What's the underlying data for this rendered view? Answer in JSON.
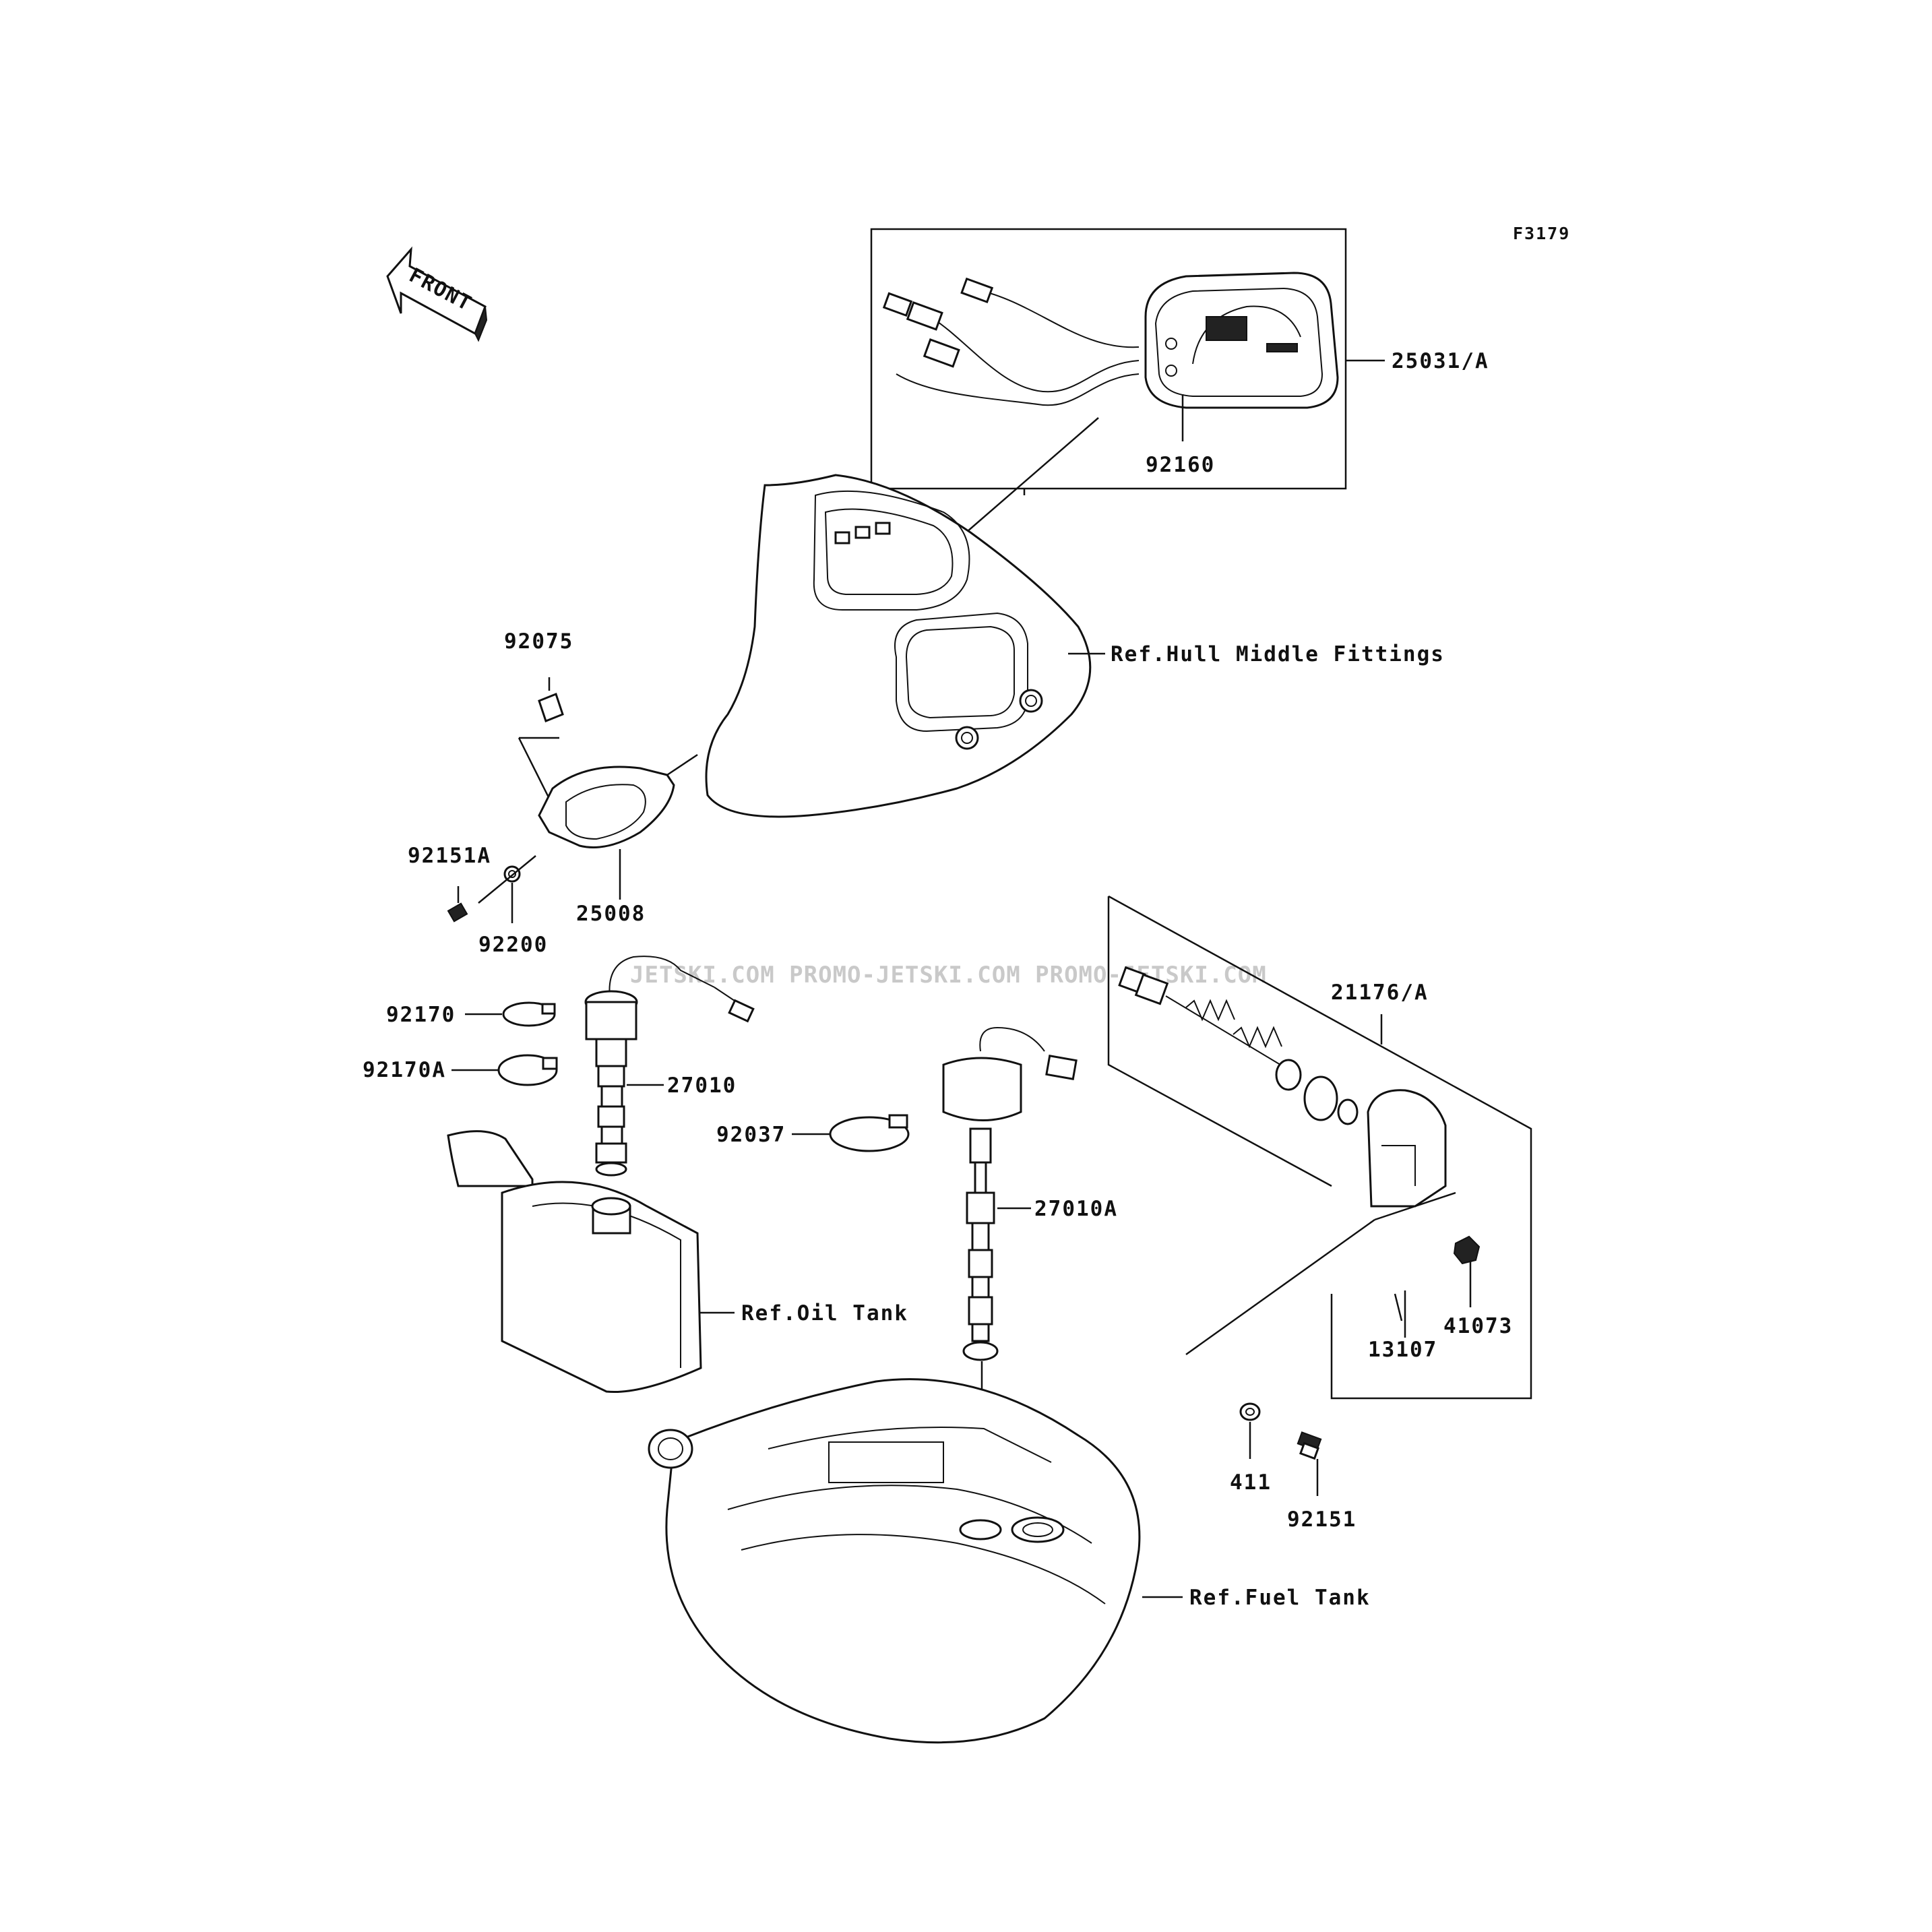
{
  "figure_code": "F3179",
  "front_badge": "FRONT",
  "watermark": "JETSKI.COM  PROMO-JETSKI.COM  PROMO-JETSKI.COM",
  "labels": {
    "meter_assy": "25031/A",
    "meter_clip": "92160",
    "hull_ref": "Ref.Hull Middle Fittings",
    "cushion": "92075",
    "bracket": "25008",
    "bolt_a": "92151A",
    "washer": "92200",
    "clamp": "92170",
    "clamp_a": "92170A",
    "oil_sender": "27010",
    "clamp_b": "92037",
    "fuel_sender": "27010A",
    "oil_tank_ref": "Ref.Oil Tank",
    "speed_sensor": "21176/A",
    "clip_41073": "41073",
    "pin": "13107",
    "washer_411": "411",
    "bolt": "92151",
    "fuel_tank_ref": "Ref.Fuel Tank"
  }
}
